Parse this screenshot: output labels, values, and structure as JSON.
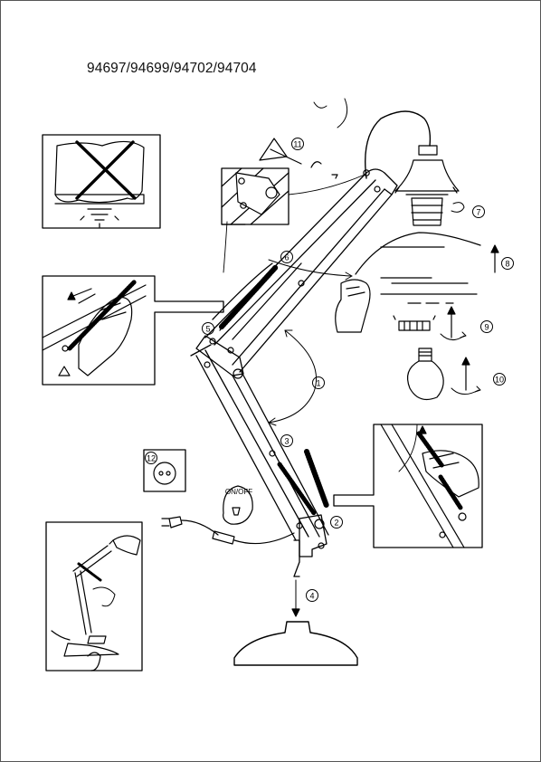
{
  "header": {
    "model_numbers": "94697/94699/94702/94704"
  },
  "callouts": [
    {
      "id": "step-1",
      "label": "1"
    },
    {
      "id": "step-2",
      "label": "2"
    },
    {
      "id": "step-3",
      "label": "3"
    },
    {
      "id": "step-4",
      "label": "4"
    },
    {
      "id": "step-5",
      "label": "5"
    },
    {
      "id": "step-6",
      "label": "6"
    },
    {
      "id": "step-7",
      "label": "7"
    },
    {
      "id": "step-8",
      "label": "8"
    },
    {
      "id": "step-9",
      "label": "9"
    },
    {
      "id": "step-10",
      "label": "10"
    },
    {
      "id": "step-11",
      "label": "11"
    },
    {
      "id": "step-12",
      "label": "12"
    }
  ],
  "switch_label": "ON/OFF"
}
